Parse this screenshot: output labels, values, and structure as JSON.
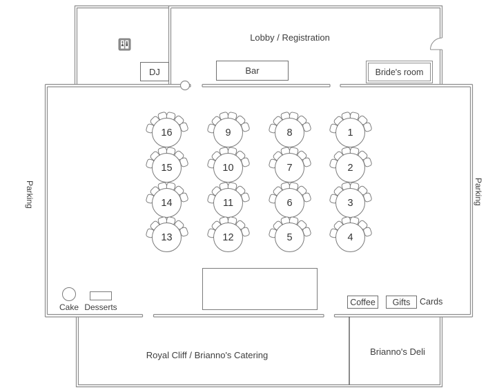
{
  "rooms": {
    "lobby": "Lobby / Registration",
    "bar": "Bar",
    "dj": "DJ",
    "brides_room": "Bride's room",
    "catering": "Royal Cliff / Brianno's Catering",
    "deli": "Brianno's Deli",
    "parking_left": "Parking",
    "parking_right": "Parking"
  },
  "stations": {
    "cake": "Cake",
    "desserts": "Desserts",
    "coffee": "Coffee",
    "gifts": "Gifts",
    "cards": "Cards"
  },
  "tables": {
    "rows": [
      [
        16,
        9,
        8,
        1
      ],
      [
        15,
        10,
        7,
        2
      ],
      [
        14,
        11,
        6,
        3
      ],
      [
        13,
        12,
        5,
        4
      ]
    ],
    "seats_per_table": 6
  },
  "colors": {
    "wall": "#8c8c8c",
    "furniture_outline": "#7a7a7a",
    "text": "#3d3d3d",
    "room_divider": "#4a4a4a",
    "restroom_icon_fill": "#8f8f8f"
  }
}
